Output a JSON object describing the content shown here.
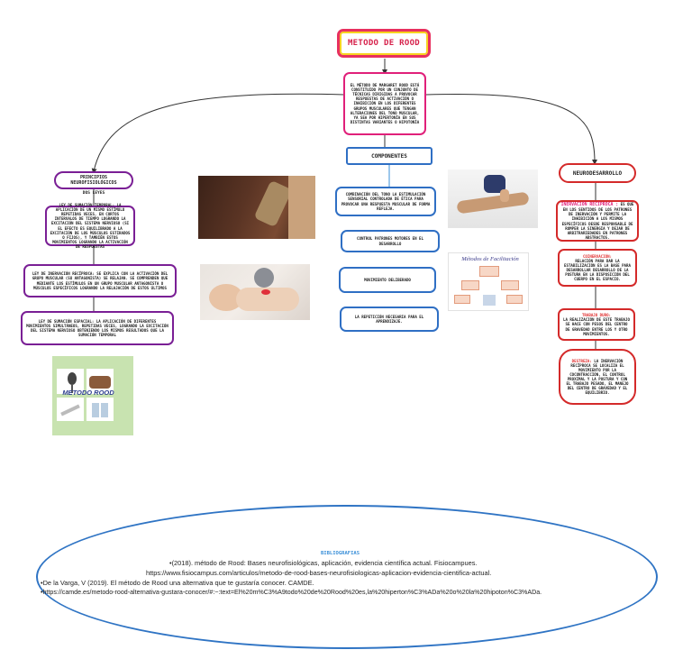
{
  "title": "METODO DE ROOD",
  "definition": "EL MÉTODO DE MARGARET ROOD ESTÁ CONSTITUIDO POR UN CONJUNTO DE TÉCNICAS DIRIGIDAS A PROVOCAR RESPUESTAS DE ACTIVACIÓN O INHIBICIÓN EN LOS DIFERENTES GRUPOS MUSCULARES QUE TENGAN ALTERACIONES DEL TONO MUSCULAR, YA SEA POR HIPERTONÍA EN SUS DISTINTAS VARIANTES O HIPOTONÍA",
  "left": {
    "header": "PRINCIPIOS NEUROFISIOLÓGICOS",
    "subheader": "DOS LEYES",
    "items": [
      "LEY DE SUMACIÓN TEMPORAL: LA APLICACIÓN DE UN MISMO ESTÍMULO REPETIDAS VECES, EN CORTOS INTERVALOS DE TIEMPO LOGRANDO LA EXCITACIÓN DEL SISTEMA NERVIOSO (SI EL EFECTO ES EQUILIBRADO A LA EXCITACIÓN DE LOS MÚSCULOS ESTIRADOS O FIJOS), Y TAMBIÉN ESTOS MOVIMIENTOS LOGRANDO LA ACTIVACIÓN DE RESPUESTAS",
      "LEY DE INERVACIÓN RECÍPROCA: SE EXPLICA CON LA ACTIVACIÓN DEL GRUPO MUSCULAR (SU ANTAGONISTA) SE RELAJAN. SE COMPRENDEN QUE MEDIANTE LOS ESTÍMULOS EN UN GRUPO MUSCULAR ANTAGONISTA O MÚSCULOS ESPECÍFICOS LOGRANDO LA RELAJACIÓN DE ESTOS ÚLTIMOS",
      "LEY DE SUMACIÓN ESPACIAL: LA APLICACIÓN DE DIFERENTES MOVIMIENTOS SIMULTÁNEOS, REPETIDAS VECES, LOGRANDO LA EXCITACIÓN DEL SISTEMA NERVIOSO OBTENIENDO LOS MISMOS RESULTADOS QUE LA SUMACIÓN TEMPORAL"
    ],
    "collage_label": "METODO ROOD"
  },
  "center": {
    "header": "COMPONENTES",
    "items": [
      "COMBINACIÓN DEL TONO LA ESTIMULACIÓN SENSORIAL CONTROLADA DE ÉTICA PARA PROVOCAR UNA RESPUESTA MUSCULAR DE FORMA REFLEJA.",
      "CONTROL PATRONES MOTORES EN EL DESARROLLO",
      "MOVIMIENTO DELIBERADO",
      "LA REPETICIÓN NECESARIA PARA EL APRENDIZAJE."
    ],
    "diagram_title": "Métodos de Facilitación"
  },
  "right": {
    "header": "NEURODESARROLLO",
    "items": [
      {
        "label": "INERVACIÓN RECÍPROCA :",
        "text": "ES QUE EN LOS SENTIDOS DE LOS PATRONES DE INERVACIÓN Y PERMITE LA INHIBICIÓN A LOS MISMOS ESPECÍFICOS DESDE RESPONSABLE DE ROMPER LA SINERGIA Y DEJAR DE ARBITRARIEDADES EN PATRONES ABSTRACTOS."
      },
      {
        "label": "COINERVACIÓN:",
        "text": "RELACIÓN PARA DAR LA ESTABILIZACIÓN ES LA BASE PARA DESARROLLAR DESARROLLO DE LA POSTURA EN LA DISPOSICIÓN DEL CUERPO EN EL ESPACIO."
      },
      {
        "label": "TRABAJO DURO:",
        "text": "LA REALIZACIÓN DE ESTE TRABAJO SE HACE CON PESOS DEL CENTRO DE GRAVEDAD ENTRE LOS Y OTRO MOVIMIENTOS."
      },
      {
        "label": "DESTREZA:",
        "text": "LA INERVACIÓN RECÍPROCA SE LOCALIZA EL MOVIMIENTO POR LA COCONTRACCIÓN, EL CONTROL PROXIMAL Y LA POSTURA Y CON EL TRABAJO PESADO, EL MANEJO DEL CENTRO DE GRAVEDAD Y EL EQUILIBRIO."
      }
    ]
  },
  "bibliography": {
    "title": "BIBLIOGRAFIAS",
    "lines": [
      "•(2018). método de Rood: Bases neurofisiológicas, aplicación, evidencia científica actual. Fisiocampues.",
      "https://www.fisiocampus.com/articulos/metodo-de-rood-bases-neurofisiologicas-aplicacion-evidencia-cientifica-actual.",
      "•De la Varga, V (2019). El método de Rood una alternativa que te gustaría conocer. CAMDE.",
      "•https://camde.es/metodo-rood-alternativa-gustara-conocer/#:~:text=El%20m%C3%A9todo%20de%20Rood%20es,la%20hiperton%C3%ADa%20o%20la%20hipoton%C3%ADa."
    ]
  },
  "colors": {
    "purple": "#7a1f95",
    "blue": "#2f6fc4",
    "red": "#d42a2a",
    "pink": "#e0207a",
    "title_border": "#e8305f",
    "title_inner": "#f7d320"
  }
}
